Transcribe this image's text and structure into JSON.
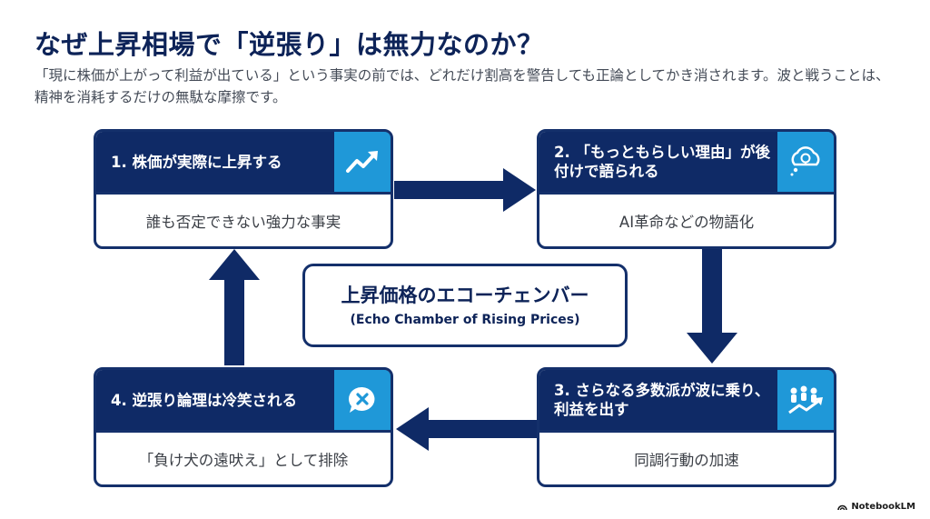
{
  "title": "なぜ上昇相場で「逆張り」は無力なのか？",
  "subtitle": "「現に株価が上がって利益が出ている」という事実の前では、どれだけ割高を警告しても正論としてかき消されます。波と戦うことは、精神を消耗するだけの無駄な摩擦です。",
  "center": {
    "title": "上昇価格のエコーチェンバー",
    "subtitle_en": "(Echo Chamber of Rising Prices)"
  },
  "cards": [
    {
      "heading": "1.  株価が実際に上昇する",
      "body": "誰も否定できない強力な事実",
      "icon": "trending-up-icon"
    },
    {
      "heading": "2.  「もっともらしい理由」が後付けで語られる",
      "body": "AI革命などの物語化",
      "icon": "lightbulb-thought-icon"
    },
    {
      "heading": "3.  さらなる多数派が波に乗り、利益を出す",
      "body": "同調行動の加速",
      "icon": "crowd-growth-icon"
    },
    {
      "heading": "4.  逆張り論理は冷笑される",
      "body": "「負け犬の遠吠え」として排除",
      "icon": "x-speech-bubble-icon"
    }
  ],
  "brand": "NotebookLM",
  "colors": {
    "navy": "#0f2a66",
    "accent_blue": "#1f98d8",
    "arrow": "#0f2a66"
  }
}
